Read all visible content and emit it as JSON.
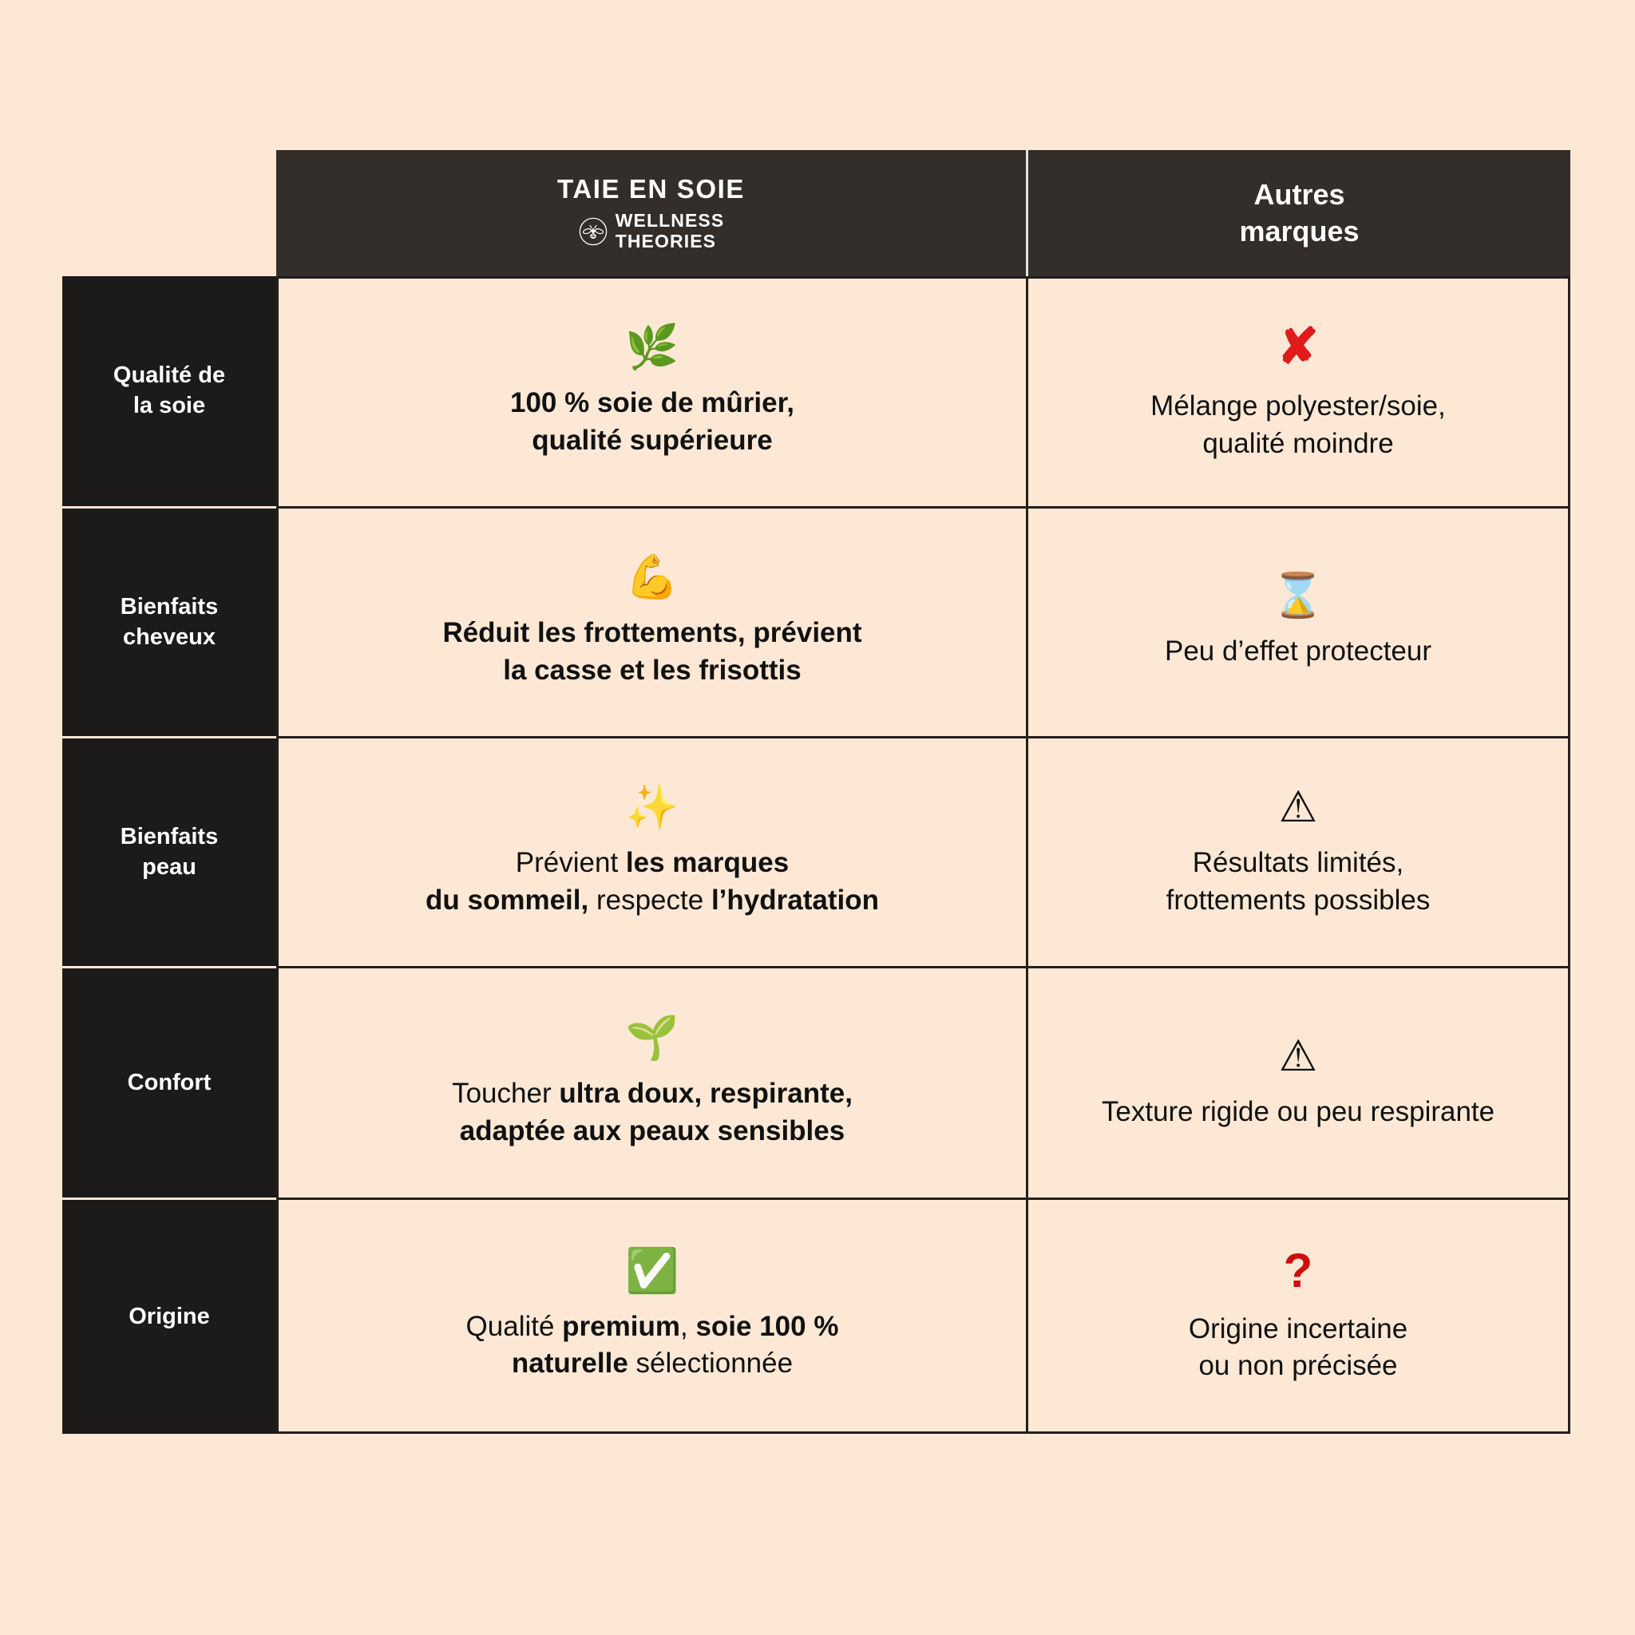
{
  "theme": {
    "background": "#FCE8D5",
    "header_bg": "#332E2A",
    "rowlabel_bg": "#1C1B1A",
    "border": "#231F1C",
    "header_divider": "#D9E2E0",
    "text_dark": "#111111",
    "text_light": "#FFFFFF",
    "red": "#E01B1B",
    "red_question": "#D00C0C"
  },
  "header": {
    "spacer_label": "",
    "columns": [
      {
        "title": "TAIE EN SOIE",
        "brand_line_1": "WELLNESS",
        "brand_line_2": "THEORIES",
        "logo_icon": "bee-logo-icon"
      },
      {
        "title_line_1": "Autres",
        "title_line_2": "marques"
      }
    ]
  },
  "rows": [
    {
      "label": "Qualité de\nla soie",
      "label_lines": [
        "Qualité de",
        "la soie"
      ],
      "ours": {
        "icon": "herb-leaf-emoji",
        "icon_glyph": "🌿",
        "text": "100 % soie de mûrier, qualité supérieure",
        "lines": [
          "100 % soie de mûrier,",
          "qualité supérieure"
        ],
        "bold": "all"
      },
      "others": {
        "icon": "red-cross-mark-icon",
        "icon_glyph": "✘",
        "text": "Mélange polyester/soie, qualité moindre",
        "lines": [
          "Mélange polyester/soie,",
          "qualité moindre"
        ]
      }
    },
    {
      "label": "Bienfaits\ncheveux",
      "label_lines": [
        "Bienfaits",
        "cheveux"
      ],
      "ours": {
        "icon": "flexed-biceps-emoji",
        "icon_glyph": "💪",
        "text": "Réduit les frottements, prévient la casse et les frisottis",
        "lines": [
          "Réduit les frottements, prévient",
          "la casse et les frisottis"
        ],
        "bold": "all"
      },
      "others": {
        "icon": "hourglass-emoji",
        "icon_glyph": "⌛",
        "text": "Peu d’effet protecteur",
        "lines": [
          "Peu d’effet protecteur"
        ]
      }
    },
    {
      "label": "Bienfaits\npeau",
      "label_lines": [
        "Bienfaits",
        "peau"
      ],
      "ours": {
        "icon": "sparkles-emoji",
        "icon_glyph": "✨",
        "text": "Prévient les marques du sommeil, respecte l’hydratation",
        "segments": [
          {
            "t": "Prévient ",
            "b": false
          },
          {
            "t": "les marques",
            "b": true
          },
          {
            "t": "\n",
            "b": false
          },
          {
            "t": "du sommeil,",
            "b": true
          },
          {
            "t": " respecte ",
            "b": false
          },
          {
            "t": "l’hydratation",
            "b": true
          }
        ],
        "bold": "mixed"
      },
      "others": {
        "icon": "warning-triangle-emoji",
        "icon_glyph": "⚠",
        "text": "Résultats limités, frottements possibles",
        "lines": [
          "Résultats limités,",
          "frottements possibles"
        ]
      }
    },
    {
      "label": "Confort",
      "label_lines": [
        "Confort"
      ],
      "ours": {
        "icon": "seedling-emoji",
        "icon_glyph": "🌱",
        "text": "Toucher ultra doux, respirante, adaptée aux peaux sensibles",
        "segments": [
          {
            "t": "Toucher ",
            "b": false
          },
          {
            "t": "ultra doux, respirante,",
            "b": true
          },
          {
            "t": "\n",
            "b": false
          },
          {
            "t": "adaptée aux peaux sensibles",
            "b": true
          }
        ],
        "bold": "mixed"
      },
      "others": {
        "icon": "warning-triangle-emoji",
        "icon_glyph": "⚠",
        "text": "Texture rigide ou peu respirante",
        "lines": [
          "Texture rigide ou peu respirante"
        ]
      }
    },
    {
      "label": "Origine",
      "label_lines": [
        "Origine"
      ],
      "ours": {
        "icon": "green-check-mark-emoji",
        "icon_glyph": "✅",
        "text": "Qualité premium, soie 100 % naturelle sélectionnée",
        "segments": [
          {
            "t": "Qualité ",
            "b": false
          },
          {
            "t": "premium",
            "b": true
          },
          {
            "t": ", ",
            "b": false
          },
          {
            "t": "soie 100 %",
            "b": true
          },
          {
            "t": "\n",
            "b": false
          },
          {
            "t": "naturelle",
            "b": true
          },
          {
            "t": " sélectionnée",
            "b": false
          }
        ],
        "bold": "mixed"
      },
      "others": {
        "icon": "red-question-mark-icon",
        "icon_glyph": "?",
        "text": "Origine incertaine ou non précisée",
        "lines": [
          "Origine incertaine",
          "ou non précisée"
        ]
      }
    }
  ]
}
